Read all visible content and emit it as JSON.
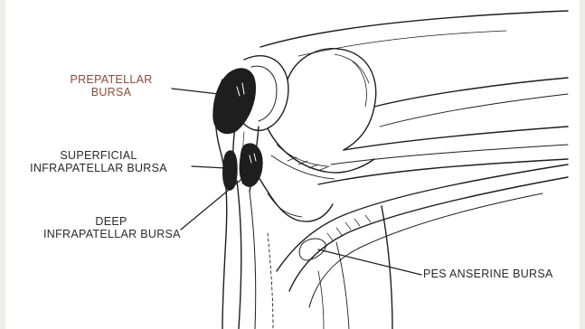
{
  "figure": {
    "labels": {
      "prepatellar": {
        "line1": "PREPATELLAR",
        "line2": "BURSA"
      },
      "superficial": {
        "line1": "SUPERFICIAL",
        "line2": "INFRAPATELLAR BURSA"
      },
      "deep": {
        "line1": "DEEP",
        "line2": "INFRAPATELLAR BURSA"
      },
      "pes_anserine": "PES ANSERINE BURSA"
    },
    "colors": {
      "background": "#ededeb",
      "paper": "#ffffff",
      "ink": "#1e1e1e",
      "prepatellar_label": "#8b4a3a"
    }
  }
}
